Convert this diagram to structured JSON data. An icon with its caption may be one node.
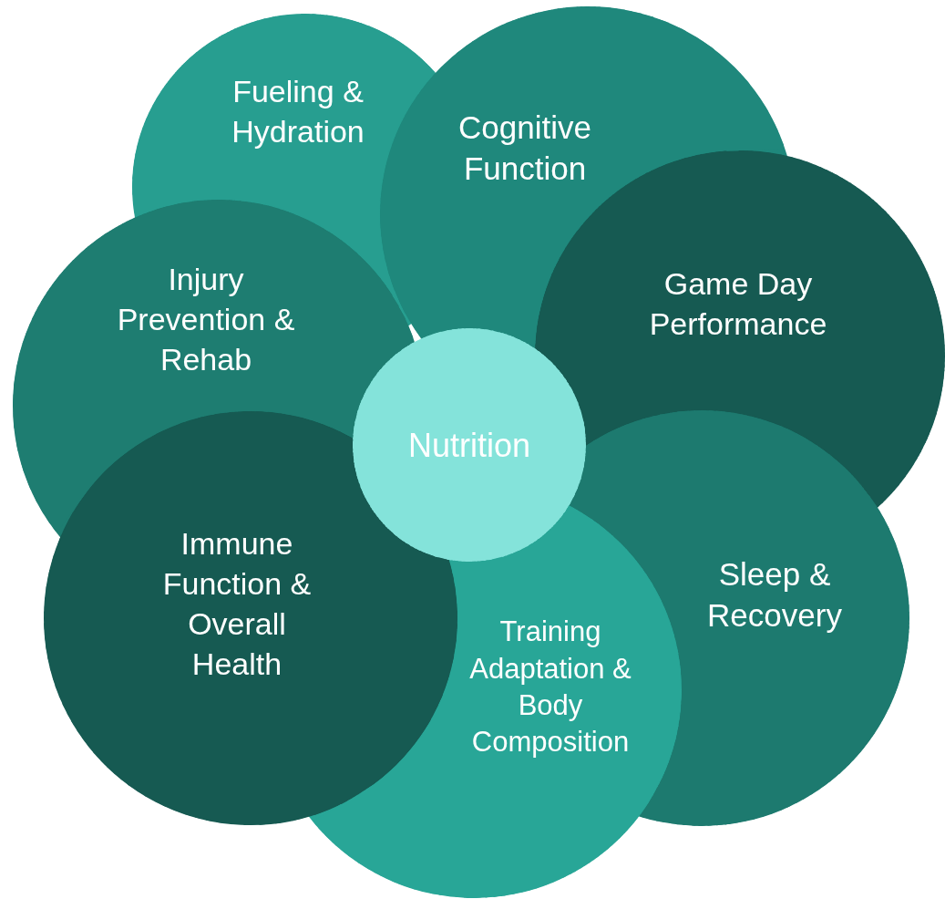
{
  "diagram": {
    "nodes": [
      {
        "text": [
          "Fueling & Hydration"
        ]
      },
      {
        "text": [
          "Cognitive Function"
        ]
      },
      {
        "text": [
          "Injury Prevention & Rehab"
        ]
      },
      {
        "text": [
          "Game Day Performance"
        ]
      },
      {
        "text": [
          "Nutrition"
        ]
      },
      {
        "text": [
          "Immune Function & Overall Health"
        ]
      },
      {
        "text": [
          "Training Adaptation & Body Composition"
        ]
      },
      {
        "text": [
          "Sleep & Recovery"
        ]
      }
    ],
    "edges": []
  }
}
